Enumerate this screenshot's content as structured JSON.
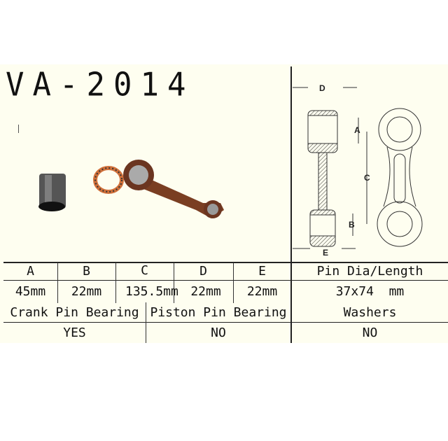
{
  "title": "VA-2014",
  "table": {
    "headers": [
      "A",
      "B",
      "C",
      "D",
      "E",
      "Pin Dia/Length"
    ],
    "values": [
      "45mm",
      "22mm",
      "135.5mm",
      "22mm",
      "22mm",
      "37x74  mm"
    ],
    "bearing_headers": [
      "Crank Pin Bearing",
      "Piston Pin Bearing",
      "Washers"
    ],
    "bearing_values": [
      "YES",
      "NO",
      "NO"
    ]
  },
  "diagram": {
    "labels": {
      "a": "A",
      "b": "B",
      "c": "C",
      "d": "D",
      "e": "E"
    }
  },
  "colors": {
    "background": "#fefef0",
    "rod": "#7a3e22",
    "bearing": "#d0703a"
  }
}
